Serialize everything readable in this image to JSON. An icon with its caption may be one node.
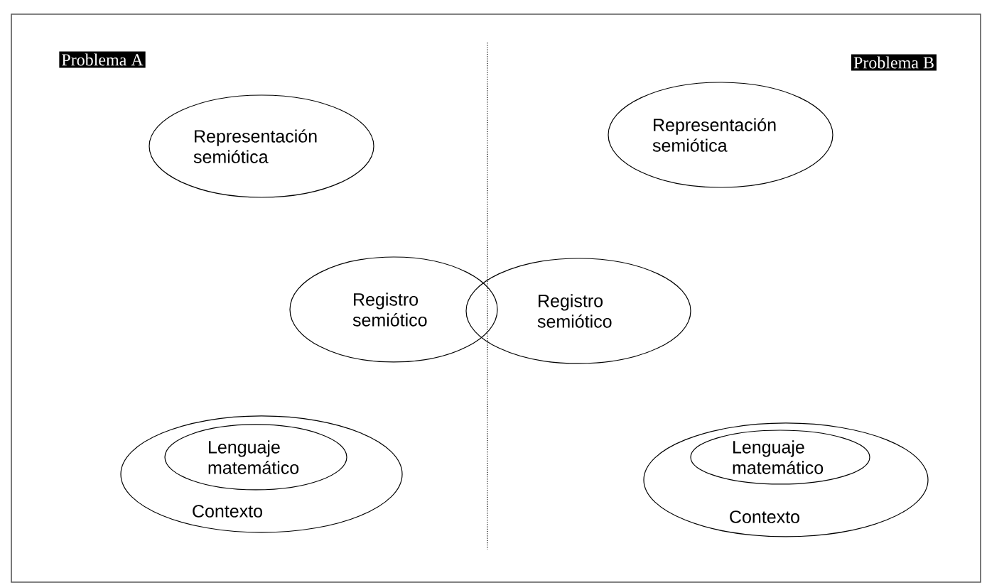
{
  "diagram": {
    "nodes": [
      {
        "text": [
          "Problema A"
        ]
      },
      {
        "text": [
          "Problema B"
        ]
      },
      {
        "text": [
          "Representación semiótica"
        ]
      },
      {
        "text": [
          "Representación semiótica"
        ]
      },
      {
        "text": [
          "Registro semiótico"
        ]
      },
      {
        "text": [
          "Registro semiótico"
        ]
      },
      {
        "text": [
          "Contexto"
        ]
      },
      {
        "text": [
          "Lenguaje matemático"
        ],
        "in": 6
      },
      {
        "text": [
          "Contexto"
        ]
      },
      {
        "text": [
          "Lenguaje matemático"
        ],
        "in": 8
      }
    ]
  }
}
